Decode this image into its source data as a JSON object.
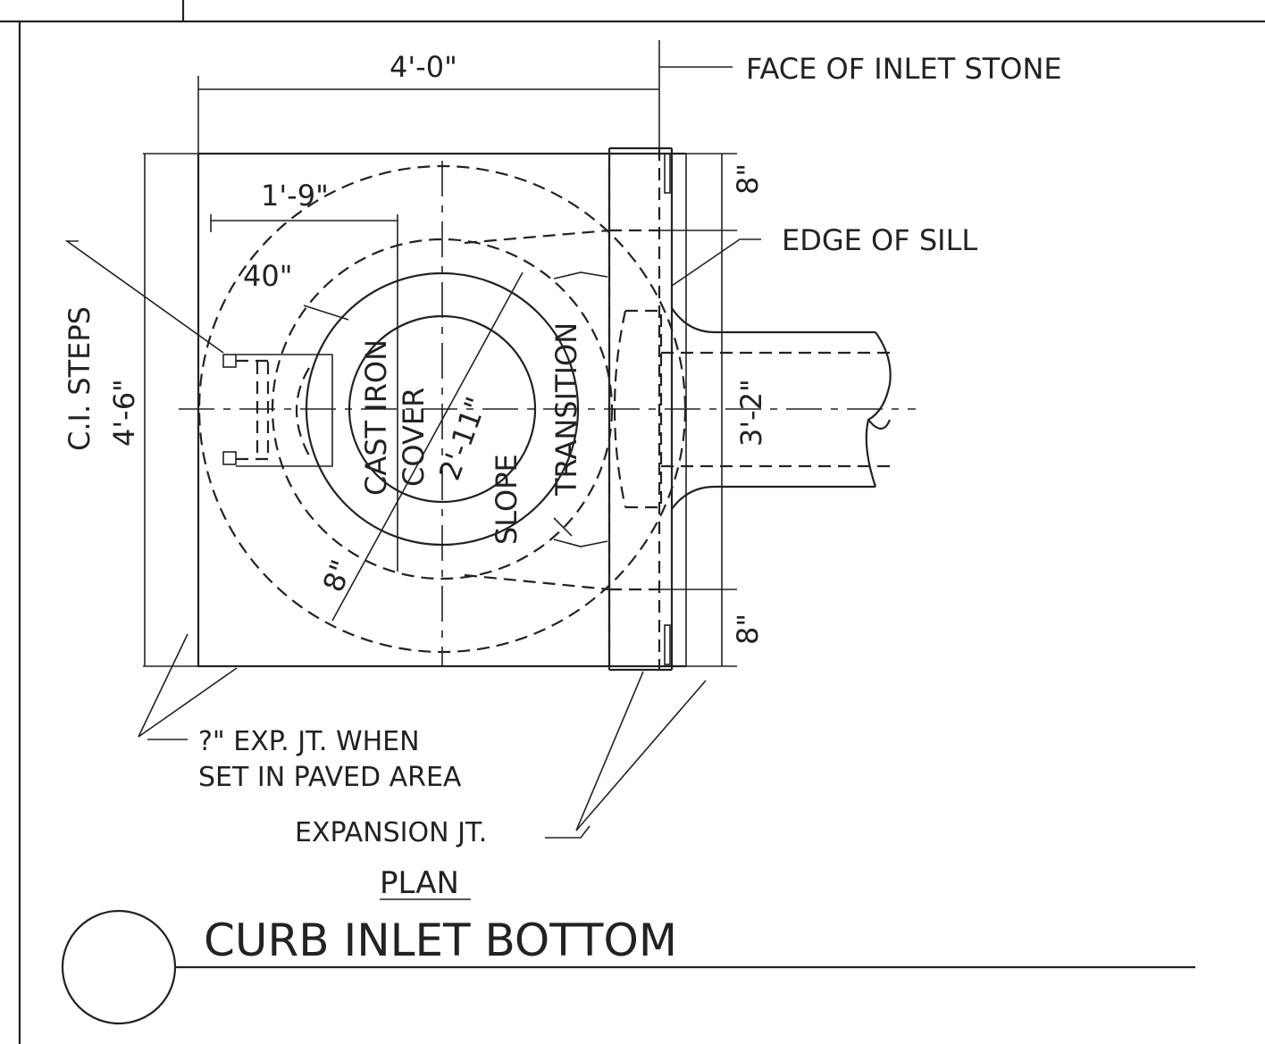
{
  "labels": {
    "dim_width": "4'-0\"",
    "face_of_inlet_stone": "FACE OF INLET STONE",
    "dim_1_9": "1'-9\"",
    "dim_top_8": "8\"",
    "edge_of_sill": "EDGE OF SILL",
    "ci_steps": "C.I. STEPS",
    "dim_height": "4'-6\"",
    "dim_40": "40\"",
    "cast_iron": "CAST IRON",
    "cover": "COVER",
    "dim_2_11": "2'-11\"",
    "transition": "TRANSITION",
    "slope": "SLOPE",
    "dim_3_2": "3'-2\"",
    "dim_8_wall": "8\"",
    "dim_bottom_8": "8\"",
    "exp_jt_line1": "?\" EXP. JT. WHEN",
    "exp_jt_line2": "SET IN PAVED AREA",
    "expansion_jt": "EXPANSION JT.",
    "plan": "PLAN",
    "title": "CURB INLET BOTTOM"
  }
}
